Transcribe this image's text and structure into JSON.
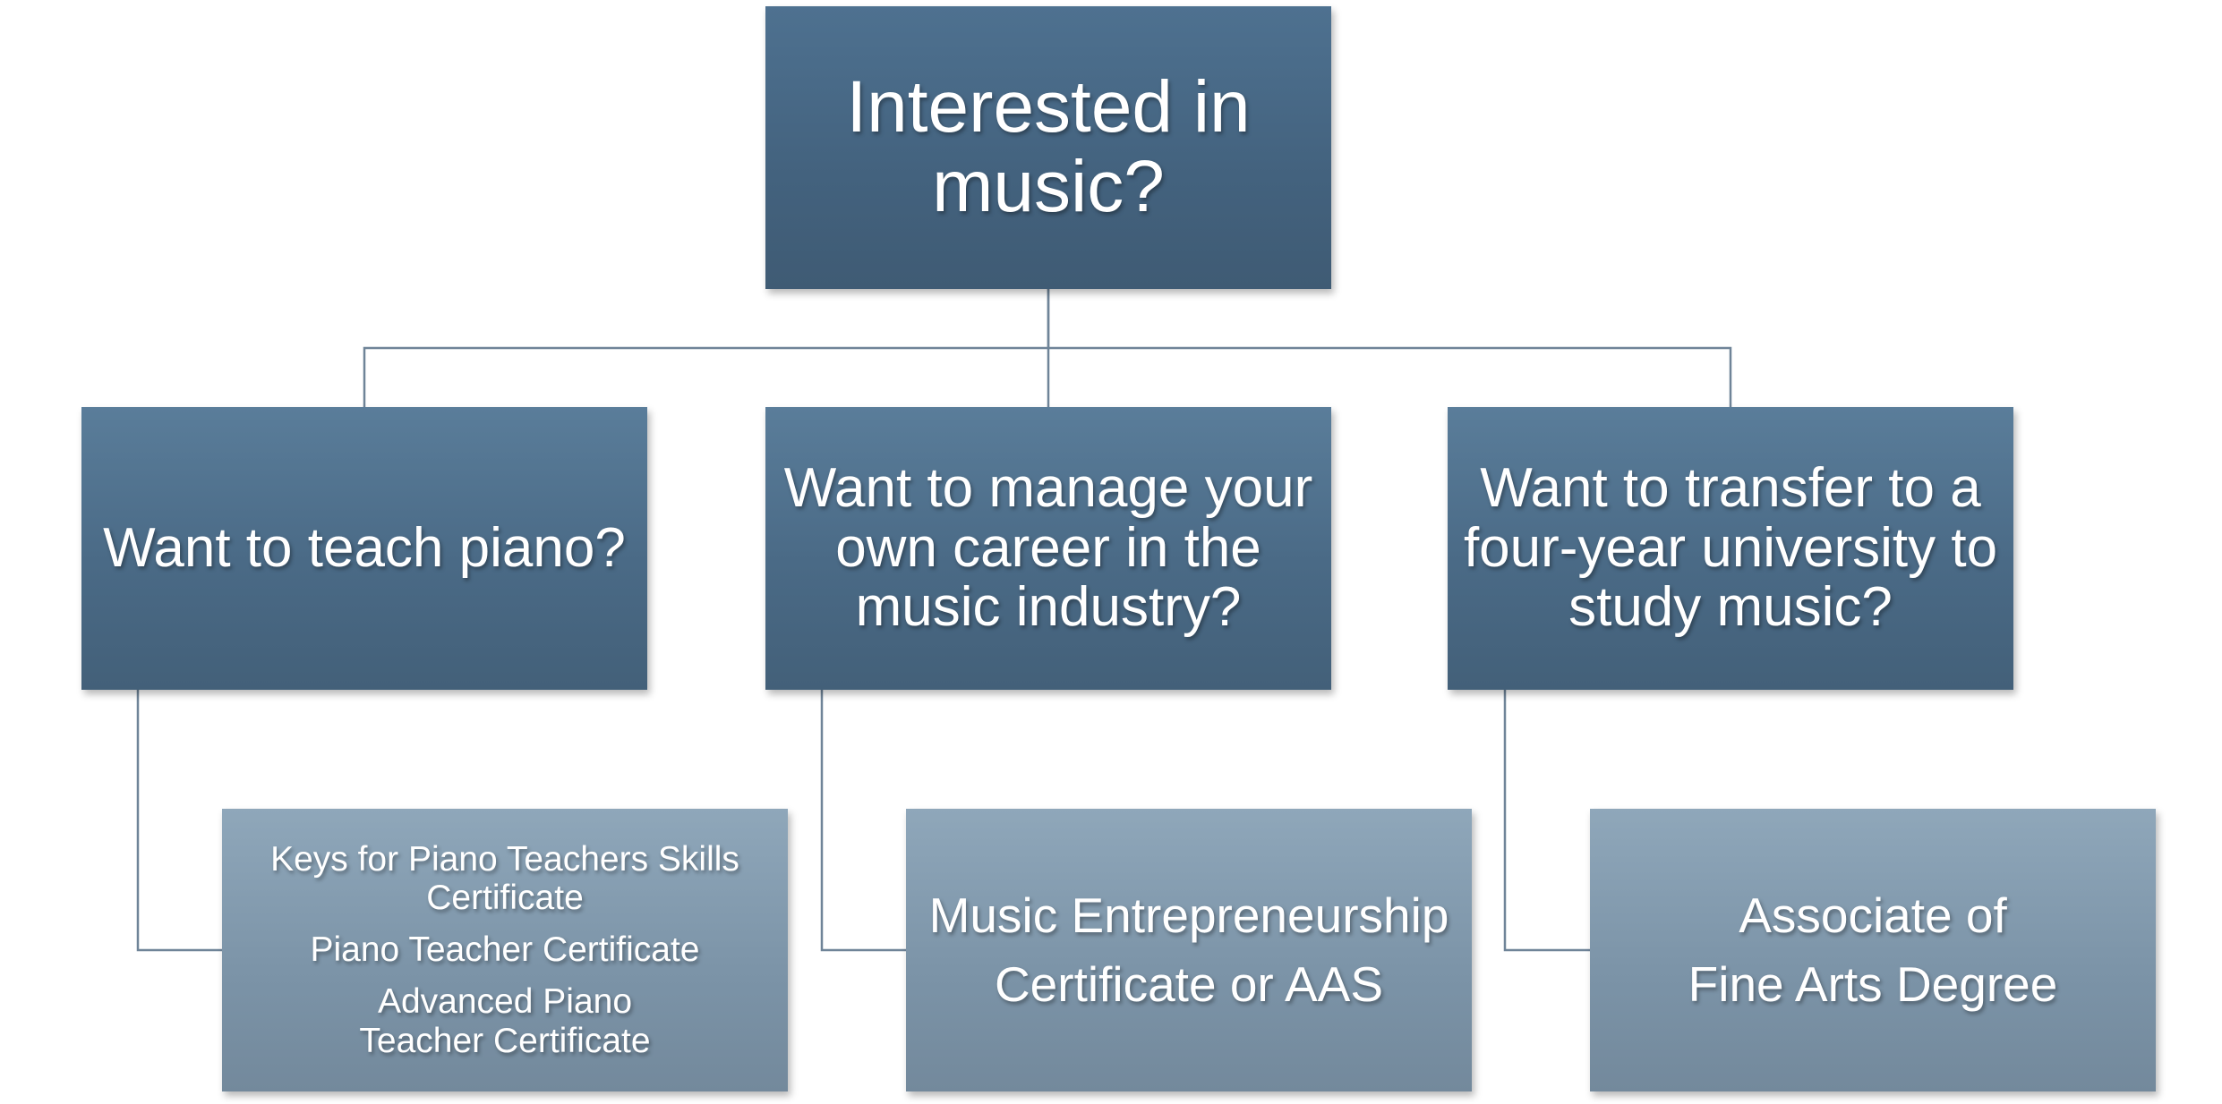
{
  "root": {
    "lines": [
      "Interested in",
      "music?"
    ]
  },
  "questions": [
    {
      "lines": [
        "Want to teach piano?"
      ]
    },
    {
      "lines": [
        "Want to manage your",
        "own career  in the",
        "music industry?"
      ]
    },
    {
      "lines": [
        "Want to transfer  to a",
        "four-year university to",
        "study music?"
      ]
    }
  ],
  "outcomes": [
    {
      "items": [
        "Keys for Piano Teachers Skills Certificate",
        "Piano Teacher Certificate",
        "Advanced Piano Teacher Certificate"
      ]
    },
    {
      "lines": [
        "Music Entrepreneurship",
        "Certificate or AAS"
      ]
    },
    {
      "lines": [
        "Associate of",
        "Fine Arts Degree"
      ]
    }
  ],
  "colors": {
    "connector": "#6f8498",
    "dark_box": "#4a6a86",
    "light_box": "#7b93a7",
    "text": "#ffffff"
  }
}
